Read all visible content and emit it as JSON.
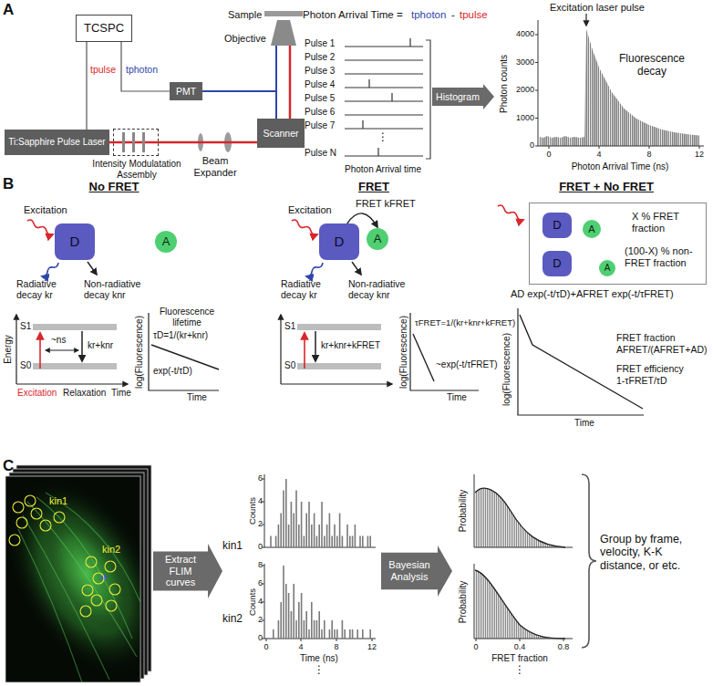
{
  "diagram": {
    "nodes": [
      {
        "text": [
          "TCSPC"
        ]
      },
      {
        "text": [
          "Ti:Sapphire Pulse Laser"
        ]
      },
      {
        "text": [
          "PMT"
        ]
      },
      {
        "text": [
          "Scanner"
        ]
      },
      {
        "text": [
          "Intensity Modulatation Assembly"
        ]
      },
      {
        "text": [
          "Histogram"
        ]
      },
      {
        "text": [
          "D"
        ]
      },
      {
        "text": [
          "A"
        ]
      },
      {
        "text": [
          "D"
        ]
      },
      {
        "text": [
          "A"
        ]
      },
      {
        "text": [
          "X % FRET fraction",
          "(100-X) % non-FRET fraction"
        ]
      },
      {
        "text": [
          "D"
        ],
        "in": 10
      },
      {
        "text": [
          "A"
        ],
        "in": 10
      },
      {
        "text": [
          "D"
        ],
        "in": 10
      },
      {
        "text": [
          "A"
        ],
        "in": 10
      },
      {
        "text": [
          "Extract FLIM curves"
        ]
      },
      {
        "text": [
          "Bayesian Analysis"
        ]
      }
    ],
    "edges": [
      {
        "from": 0,
        "to": 1,
        "arrow": "none",
        "label": "tpulse"
      },
      {
        "from": 0,
        "to": 2,
        "arrow": "none",
        "label": "tphoton"
      },
      {
        "from": 1,
        "to": 4,
        "arrow": "none"
      },
      {
        "from": 4,
        "to": 3,
        "arrow": "none"
      },
      {
        "from": 3,
        "to": 2,
        "arrow": "none"
      },
      {
        "from": 8,
        "to": 9,
        "arrow": "to",
        "label": "FRET kFRET"
      }
    ],
    "labels": [
      "A",
      "Sample",
      "Objective",
      "Beam Expander",
      "Photon Arrival Time =",
      "tphoton",
      "-",
      "tpulse",
      "Pulse 1",
      "Pulse 2",
      "Pulse 3",
      "Pulse 4",
      "Pulse 5",
      "Pulse 6",
      "Pulse 7",
      "⋮",
      "Pulse N",
      "Photon Arrival time",
      "Excitation laser pulse",
      "Fluorescence decay",
      "0",
      "1000",
      "2000",
      "3000",
      "4000",
      "0",
      "4",
      "8",
      "12",
      "Photon counts",
      "Photon Arrival Time (ns)",
      "B",
      "No FRET",
      "FRET",
      "FRET + No FRET",
      "Excitation",
      "Radiative decay kr",
      "Non-radiative decay knr",
      "Energy",
      "S1",
      "S0",
      "~ns",
      "kr+knr",
      "Excitation",
      "Relaxation",
      "Time",
      "log(Fluorescence)",
      "Fluorescence lifetime",
      "τD=1/(kr+knr)",
      "exp(-t/τD)",
      "Time",
      "Excitation",
      "Radiative decay kr",
      "Non-radiative decay knr",
      "S1",
      "S0",
      "kr+knr+kFRET",
      "log(Fluorescence)",
      "τFRET=1/(kr+knr+kFRET)",
      "~exp(-t/τFRET)",
      "Time",
      "AD exp(-t/τD)+AFRET exp(-t/τFRET)",
      "log(Fluorescence)",
      "FRET fraction",
      "AFRET/(AFRET+AD)",
      "FRET efficiency",
      "1-τFRET/τD",
      "Time",
      "C",
      "kin1",
      "kin2",
      "kin1",
      "kin2",
      "Counts",
      "0",
      "2",
      "4",
      "6",
      "Counts",
      "0",
      "2",
      "4",
      "6",
      "8",
      "0",
      "4",
      "8",
      "12",
      "Time (ns)",
      "⋮",
      "Probability",
      "Probability",
      "0",
      "0.4",
      "0.8",
      "FRET fraction",
      "⋮",
      "Group by frame, velocity, K-K distance, or etc."
    ]
  }
}
